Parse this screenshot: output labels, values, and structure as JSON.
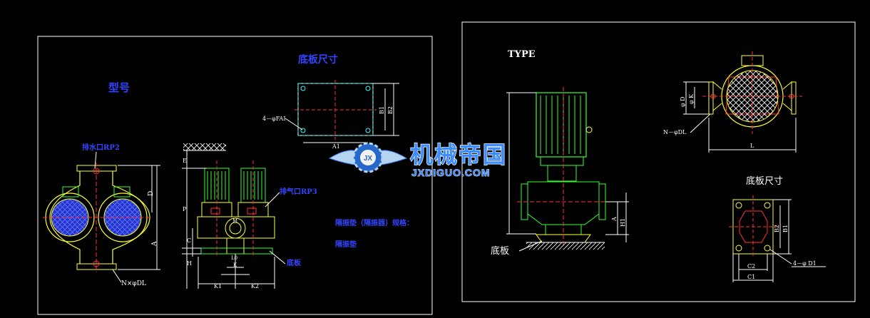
{
  "left_sheet": {
    "title_model": "型号",
    "title_baseplate": "底板尺寸",
    "label_drain": "排水口RP2",
    "label_vent": "排气口RP3",
    "label_bolts_fai": "4－φFAI",
    "label_bolts_n": "N×φDL",
    "label_isolator": "隔振垫（隔振器）规格：",
    "label_isolator_pad": "隔振垫",
    "label_base": "底板",
    "dim_a": "A",
    "dim_d": "D",
    "dim_a1": "A1",
    "dim_b1": "B1",
    "dim_b2": "B2",
    "dim_p": "P",
    "dim_c": "C",
    "dim_h": "H",
    "dim_k": "K",
    "dim_m": "M",
    "dim_lo": "L0",
    "dim_k1": "K1",
    "dim_k2": "K2",
    "dim_e": "E"
  },
  "right_sheet": {
    "title_type": "TYPE",
    "title_baseplate": "底板尺寸",
    "label_base": "底板",
    "label_bolts_n": "N－φDL",
    "label_bolts_d1": "4－φ D1",
    "dim_phi_d": "φ D",
    "dim_phi_k": "φ K",
    "dim_l": "L",
    "dim_a": "A",
    "dim_h1": "H1",
    "dim_b1": "B1",
    "dim_b2": "B2",
    "dim_c1": "C1",
    "dim_c2": "C2"
  },
  "watermark": {
    "text_cn": "机械帝国",
    "text_en": "JXDIGUO.COM",
    "badge": "JX"
  },
  "colors": {
    "background": "#000000",
    "frame": "#ffffff",
    "pump": "#33ff33",
    "motor_accent": "#ffff66",
    "pump_body": "#ffff33",
    "dimension": "#ffffff",
    "blue_label": "#3333ff",
    "centerline": "#ff3333",
    "red_accent": "#ff3333",
    "cyan": "#33ffff",
    "watermark": "#3a8cff",
    "hatch_blue": "#5566ff"
  }
}
